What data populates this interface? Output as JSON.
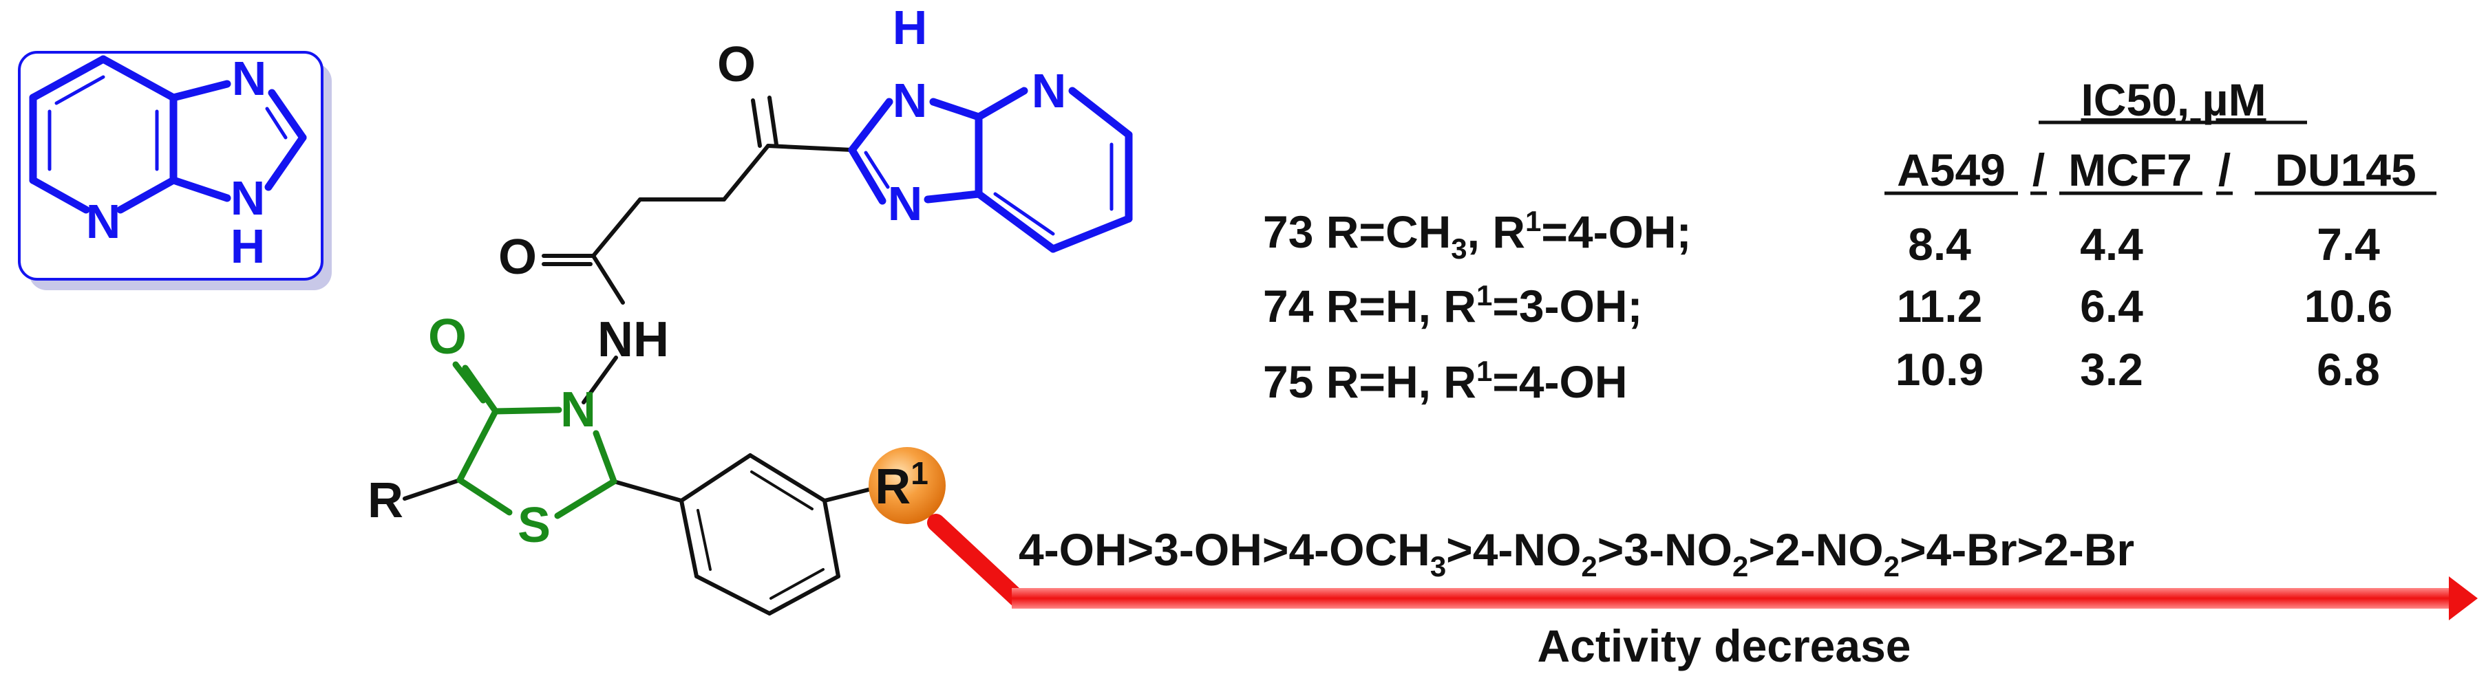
{
  "colors": {
    "core_blue": "#1414f0",
    "thiazolidinone_green": "#1a8a1a",
    "bond_black": "#111111",
    "arrow_red": "#ee1111",
    "r1_orange": "#f08a1e",
    "box_shadow": "#c8c8e8"
  },
  "inset_scaffold": {
    "atom_n_top": "N",
    "atom_n_left": "N",
    "atom_n_bottom": "N",
    "atom_h_bottom": "H"
  },
  "molecule": {
    "ketone_o": "O",
    "amide_o": "O",
    "nh": "NH",
    "ring_o": "O",
    "ring_n": "N",
    "ring_s": "S",
    "r_group": "R",
    "imidazole_h": "H",
    "imidazole_n_top": "N",
    "imidazole_n_bottom": "N",
    "pyridine_n": "N",
    "r1_base": "R",
    "r1_sup": "1"
  },
  "compounds": [
    {
      "id": "73",
      "label": "73 R=CH",
      "sub": "3",
      "mid": ", R",
      "sup": "1",
      "rest": "=4-OH;"
    },
    {
      "id": "74",
      "label": "74 R=H, R",
      "sub": "",
      "mid": "",
      "sup": "1",
      "rest": "=3-OH;"
    },
    {
      "id": "75",
      "label": "75 R=H, R",
      "sub": "",
      "mid": "",
      "sup": "1",
      "rest": "=4-OH"
    }
  ],
  "ic50_table": {
    "title": "IC50, µM",
    "col1": "A549",
    "sep1": "/",
    "col2": "MCF7",
    "sep2": "/",
    "col3": "DU145",
    "rows": [
      {
        "a549": "8.4",
        "mcf7": "4.4",
        "du145": "7.4"
      },
      {
        "a549": "11.2",
        "mcf7": "6.4",
        "du145": "10.6"
      },
      {
        "a549": "10.9",
        "mcf7": "3.2",
        "du145": "6.8"
      }
    ]
  },
  "sar": {
    "p1": "4-OH>3-OH>4-OCH",
    "s1": "3",
    "p2": ">4-NO",
    "s2": "2",
    "p3": ">3-NO",
    "s3": "2",
    "p4": ">2-NO",
    "s4": "2",
    "p5": ">4-Br>2-Br",
    "arrow_label": "Activity decrease"
  }
}
